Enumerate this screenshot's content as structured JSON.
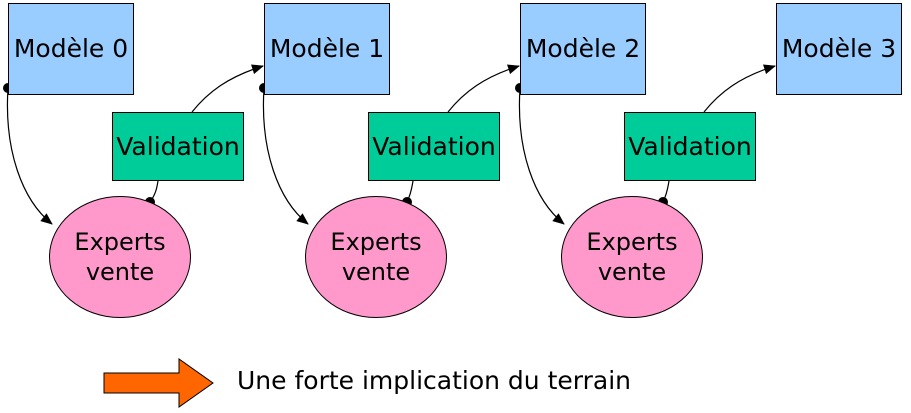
{
  "models": [
    "Modèle 0",
    "Modèle 1",
    "Modèle 2",
    "Modèle 3"
  ],
  "validation_label": "Validation",
  "experts_label": "Experts\nvente",
  "legend": {
    "text": "Une forte implication du terrain"
  },
  "colors": {
    "model_fill": "#99ccff",
    "validation_fill": "#00cc99",
    "experts_fill": "#ff99cc",
    "legend_arrow_fill": "#ff6600"
  }
}
